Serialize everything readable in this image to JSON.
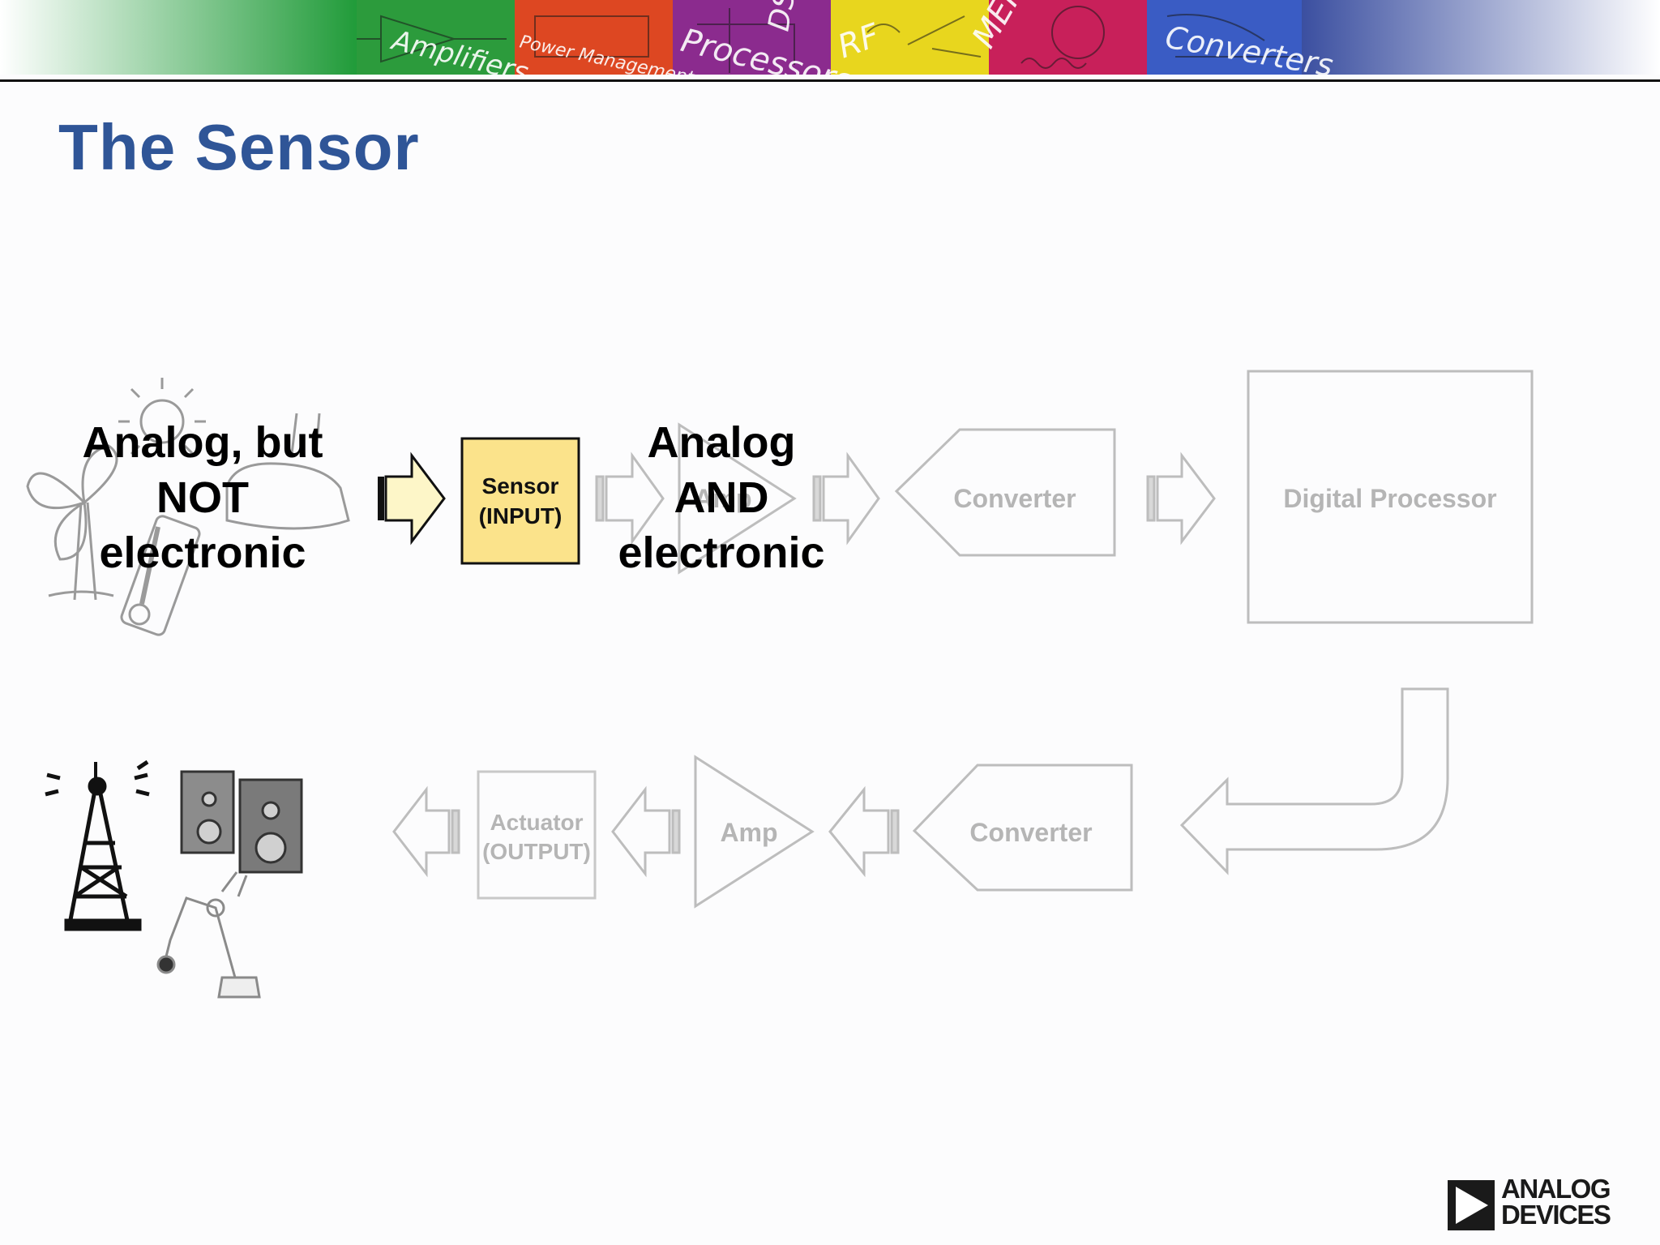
{
  "slide": {
    "title": "The Sensor"
  },
  "banner": {
    "tiles": [
      "Amplifiers",
      "Power Management",
      "Processors",
      "DSP",
      "RF",
      "MEMS",
      "Converters"
    ]
  },
  "input_side": {
    "description_label": "Analog, but NOT electronic",
    "description_lines": [
      "Analog, but",
      "NOT",
      "electronic"
    ],
    "sensor_label": [
      "Sensor",
      "(INPUT)"
    ],
    "after_sensor_lines": [
      "Analog",
      "AND",
      "electronic"
    ],
    "amp_label": "Amp",
    "converter_label": "Converter",
    "processor_label": "Digital Processor"
  },
  "output_side": {
    "converter_label": "Converter",
    "amp_label": "Amp",
    "actuator_label": [
      "Actuator",
      "(OUTPUT)"
    ]
  },
  "logo": {
    "lines": [
      "ANALOG",
      "DEVICES"
    ]
  },
  "colors": {
    "title": "#2f5597",
    "sensor_fill": "#fbe38b",
    "faded_stroke": "#bdbdbd",
    "faded_text": "#b5b5b5",
    "arrow_fill": "#fdf6c8"
  }
}
